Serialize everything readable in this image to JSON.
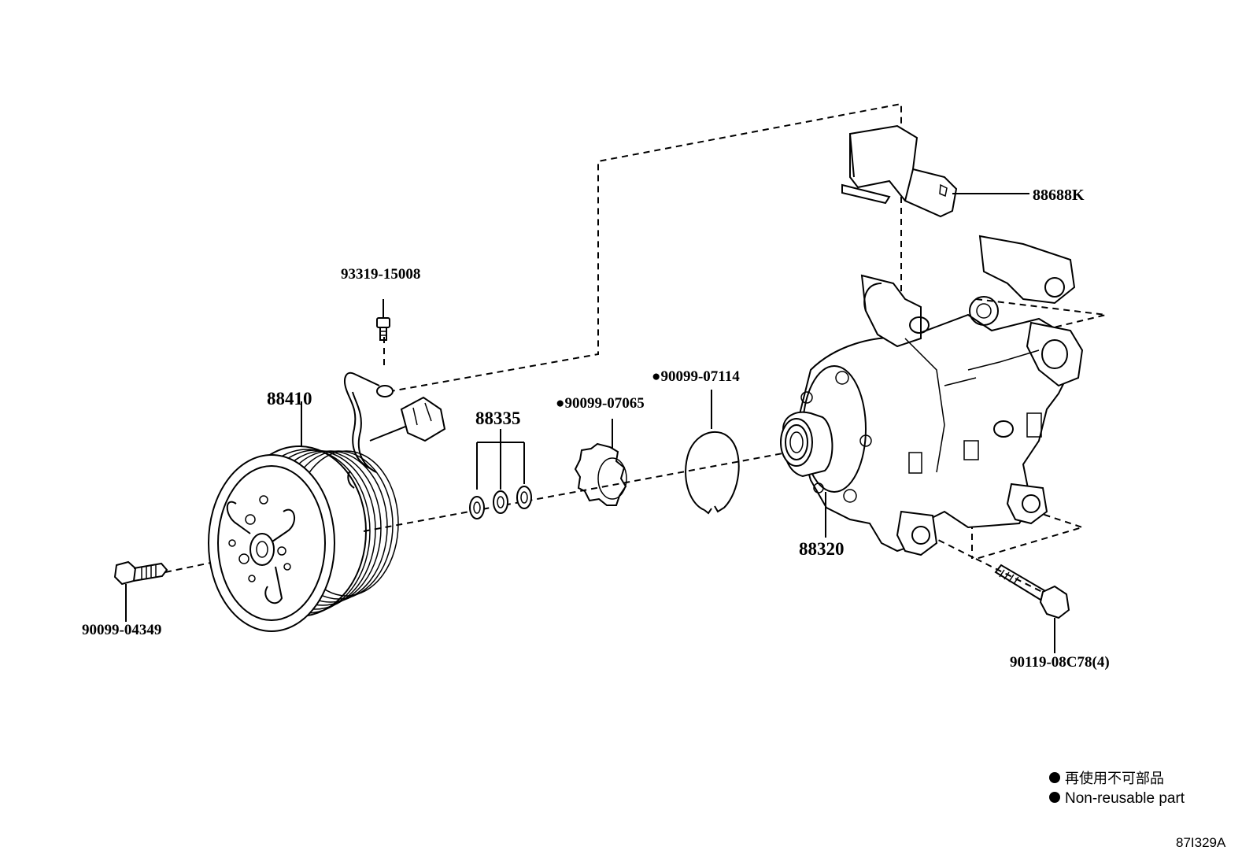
{
  "parts": {
    "bracket_cover": "88688K",
    "bolt_top": "93319-15008",
    "clutch_assy": "88410",
    "shim_set": "88335",
    "snap_ring_inner": "90099-07065",
    "snap_ring_outer": "90099-07114",
    "compressor": "88320",
    "clutch_bolt": "90099-04349",
    "mount_bolt": "90119-08C78(4)"
  },
  "non_reusable_marker": "●",
  "legend": {
    "japanese": "再使用不可部品",
    "english": "Non-reusable part",
    "bullet_color": "#000000"
  },
  "figure_code": "87I329A",
  "icons": [
    "bullet-dot",
    "bolt-icon",
    "pulley-icon",
    "compressor-icon",
    "bracket-icon",
    "snap-ring-icon",
    "washer-icon"
  ]
}
